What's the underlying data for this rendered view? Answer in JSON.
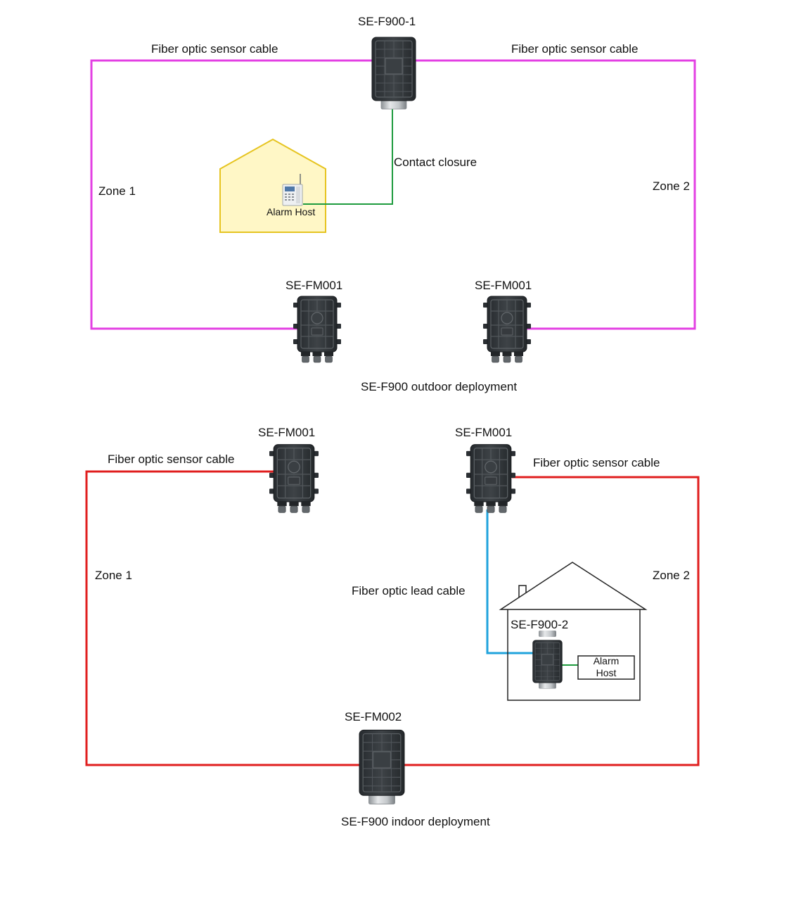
{
  "outdoor": {
    "controller": {
      "label": "SE-F900-1"
    },
    "cable_top_left_label": "Fiber optic sensor cable",
    "cable_top_right_label": "Fiber optic sensor cable",
    "contact_closure_label": "Contact closure",
    "zone_1_label": "Zone 1",
    "zone_2_label": "Zone 2",
    "alarm_host_label": "Alarm Host",
    "module_left": {
      "label": "SE-FM001"
    },
    "module_right": {
      "label": "SE-FM001"
    },
    "caption": "SE-F900 outdoor deployment"
  },
  "indoor": {
    "module_left": {
      "label": "SE-FM001"
    },
    "module_right": {
      "label": "SE-FM001"
    },
    "cable_left_label": "Fiber optic sensor cable",
    "cable_right_label": "Fiber optic sensor cable",
    "zone_1_label": "Zone 1",
    "zone_2_label": "Zone 2",
    "lead_cable_label": "Fiber optic lead cable",
    "controller": {
      "label": "SE-F900-2"
    },
    "alarm_host_lines": [
      "Alarm",
      "Host"
    ],
    "terminal": {
      "label": "SE-FM002"
    },
    "caption": "SE-F900 indoor deployment"
  },
  "colors": {
    "sensor_cable_outdoor": "#e340e3",
    "sensor_cable_indoor": "#e01e1e",
    "lead_cable": "#20a3dc",
    "contact_wire": "#1e9b3e",
    "house_fill": "#fff7c6",
    "house_stroke": "#e6c420"
  }
}
